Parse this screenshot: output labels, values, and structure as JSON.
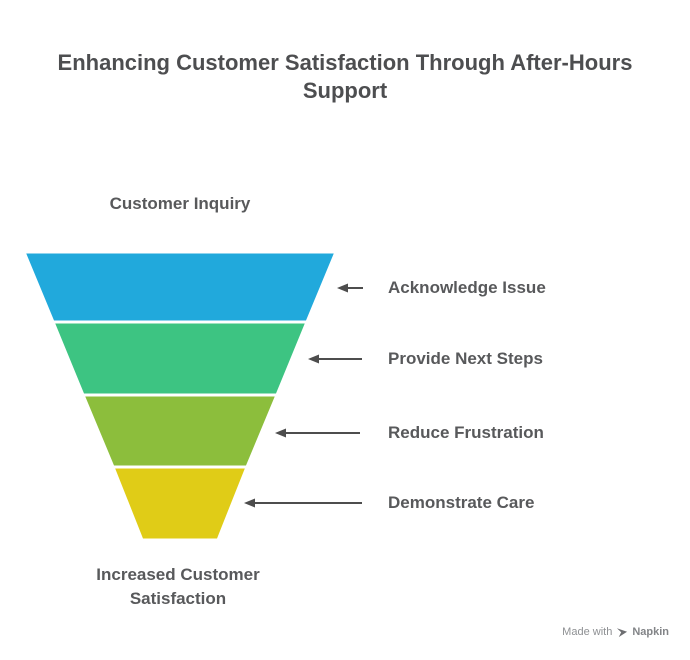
{
  "title": "Enhancing Customer Satisfaction Through After-Hours Support",
  "funnel": {
    "top_label": "Customer Inquiry",
    "bottom_label": "Increased Customer Satisfaction",
    "stages": [
      {
        "label": "Acknowledge Issue",
        "color": "#21A9DC"
      },
      {
        "label": "Provide Next Steps",
        "color": "#3DC482"
      },
      {
        "label": "Reduce Frustration",
        "color": "#8CBE3C"
      },
      {
        "label": "Demonstrate Care",
        "color": "#E0CC17"
      }
    ]
  },
  "colors": {
    "background": "#FFFFFF",
    "text": "#58595B",
    "title_text": "#4D4E50",
    "arrow": "#4D4D4D",
    "segment_stroke": "#FFFFFF",
    "watermark_text": "#8E9093",
    "watermark_icon": "#6D6E71"
  },
  "watermark": {
    "made_with": "Made with",
    "brand": "Napkin"
  }
}
